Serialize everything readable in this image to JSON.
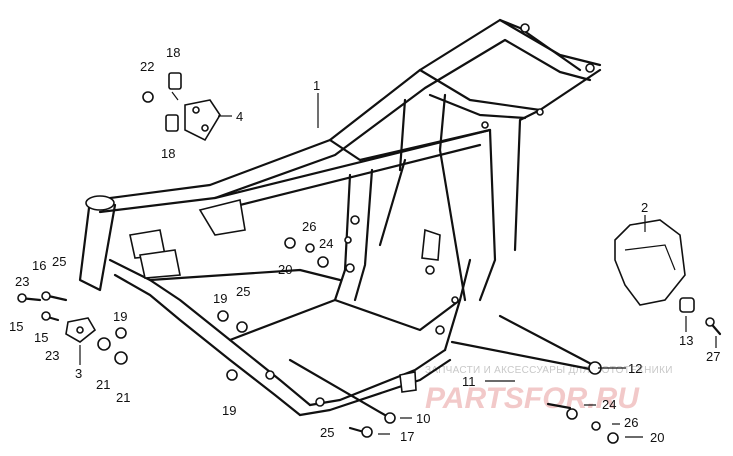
{
  "callouts": [
    "1",
    "2",
    "3",
    "4",
    "10",
    "11",
    "12",
    "13",
    "15",
    "15",
    "16",
    "17",
    "18",
    "18",
    "19",
    "19",
    "19",
    "20",
    "20",
    "21",
    "21",
    "22",
    "23",
    "23",
    "24",
    "24",
    "25",
    "25",
    "25",
    "26",
    "26",
    "27"
  ],
  "watermark": {
    "caption": "ЗАПЧАСТИ И АКСЕССУАРЫ ДЛЯ МОТОТЕХНИКИ",
    "brand": "PARTSFOR.RU",
    "brand_color": "#e05050"
  }
}
